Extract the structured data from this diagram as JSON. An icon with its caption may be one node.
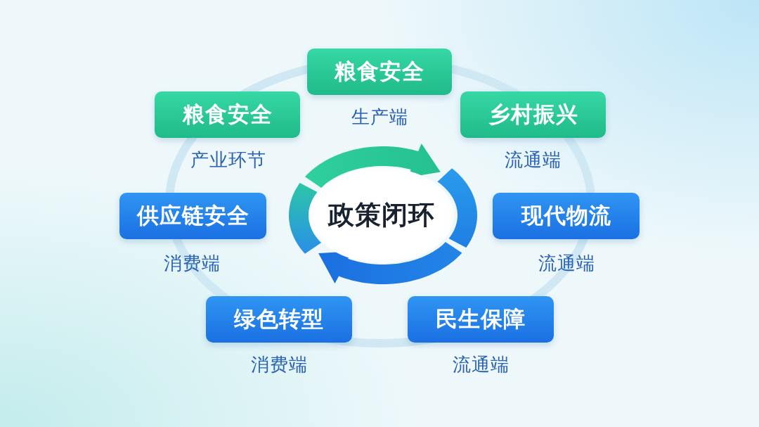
{
  "diagram": {
    "nodes": [
      {
        "text": [
          "粮食安全"
        ],
        "beside": [
          "生产端"
        ]
      },
      {
        "text": [
          "粮食安全"
        ],
        "beside": [
          "产业环节"
        ]
      },
      {
        "text": [
          "乡村振兴"
        ],
        "beside": [
          "流通端"
        ]
      },
      {
        "text": [
          "政策闭环"
        ]
      },
      {
        "text": [
          "供应链安全"
        ],
        "beside": [
          "消费端"
        ]
      },
      {
        "text": [
          "现代物流"
        ],
        "beside": [
          "流通端"
        ]
      },
      {
        "text": [
          "绿色转型"
        ],
        "beside": [
          "消费端"
        ]
      },
      {
        "text": [
          "民生保障"
        ],
        "beside": [
          "流通端"
        ]
      }
    ]
  }
}
